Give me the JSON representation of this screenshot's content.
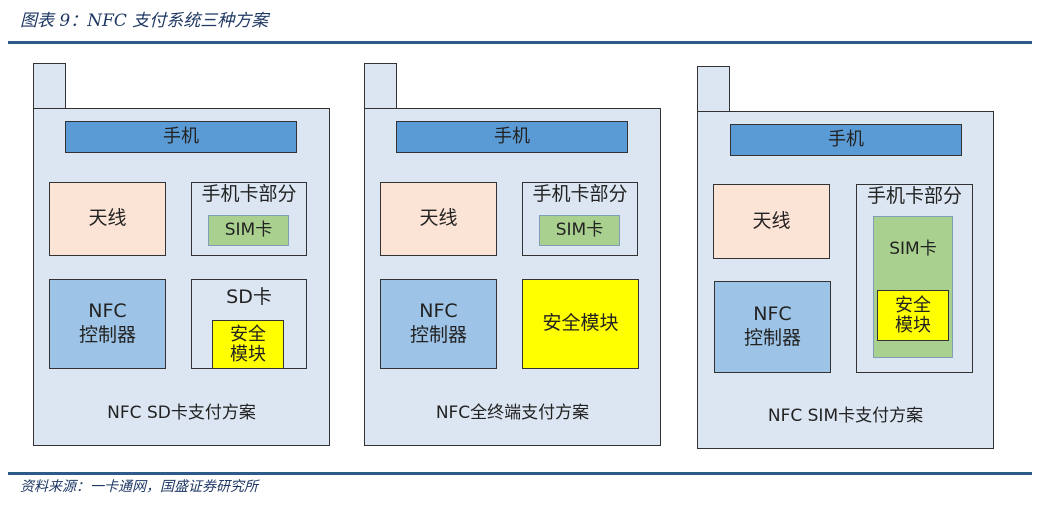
{
  "title": "图表 9：NFC 支付系统三种方案",
  "source": "资料来源：一卡通网，国盛证券研究所",
  "colors": {
    "header": "#5b9bd5",
    "antenna": "#fbe3d6",
    "nfc": "#9dc3e6",
    "sim": "#a9d08e",
    "secure": "#ffff00",
    "phone": "#dce6f2"
  },
  "phones": [
    {
      "header": "手机",
      "antenna": "天线",
      "card_part": "手机卡部分",
      "sim": "SIM卡",
      "nfc_line1": "NFC",
      "nfc_line2": "控制器",
      "sd": "SD卡",
      "secure_line1": "安全",
      "secure_line2": "模块",
      "caption": "NFC SD卡支付方案"
    },
    {
      "header": "手机",
      "antenna": "天线",
      "card_part": "手机卡部分",
      "sim": "SIM卡",
      "nfc_line1": "NFC",
      "nfc_line2": "控制器",
      "secure": "安全模块",
      "caption": "NFC全终端支付方案"
    },
    {
      "header": "手机",
      "antenna": "天线",
      "card_part": "手机卡部分",
      "sim": "SIM卡",
      "nfc_line1": "NFC",
      "nfc_line2": "控制器",
      "secure_line1": "安全",
      "secure_line2": "模块",
      "caption": "NFC SIM卡支付方案"
    }
  ]
}
